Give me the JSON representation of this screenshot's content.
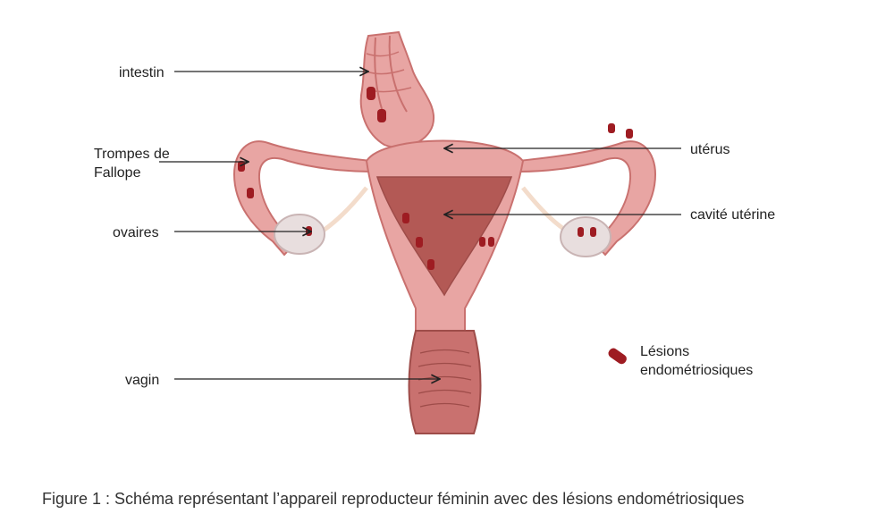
{
  "diagram": {
    "labels": {
      "intestin": "intestin",
      "trompes_line1": "Trompes de",
      "trompes_line2": "Fallope",
      "ovaires": "ovaires",
      "vagin": "vagin",
      "uterus": "utérus",
      "cavite": "cavité utérine"
    },
    "legend": {
      "line1": "Lésions",
      "line2": "endométriosiques"
    },
    "colors": {
      "tissue": "#e8a5a3",
      "tissue_dark": "#c9716f",
      "cavity": "#b35955",
      "lesion": "#9e1c22",
      "ovary": "#e8dede",
      "ligament": "#f3dccb"
    }
  },
  "caption": "Figure 1 : Schéma représentant l’appareil reproducteur féminin avec des lésions endométriosiques"
}
